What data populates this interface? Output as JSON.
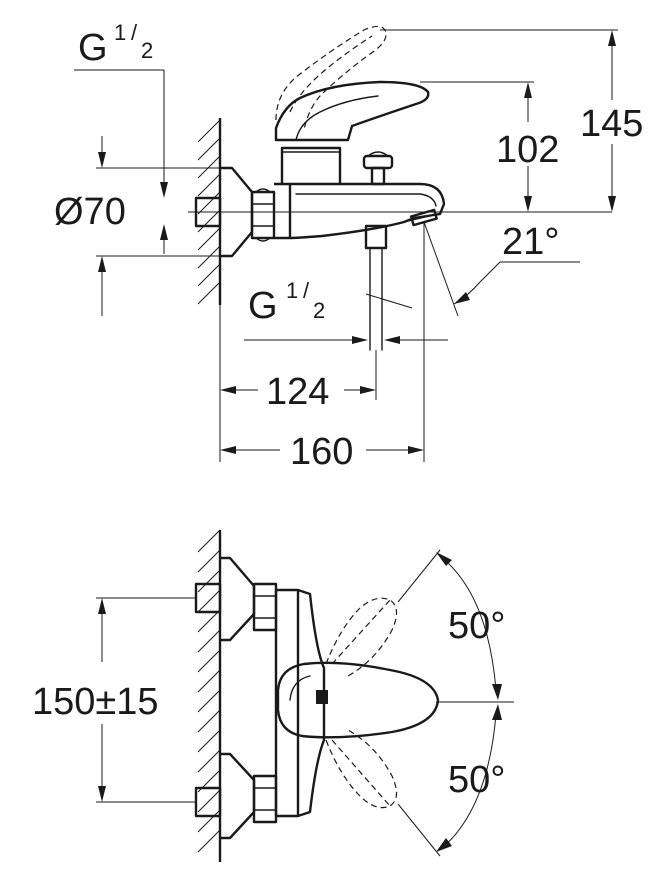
{
  "dimensions": {
    "thread_top": {
      "main": "G",
      "num": "1",
      "den": "2"
    },
    "thread_mid": {
      "main": "G",
      "num": "1",
      "den": "2"
    },
    "diameter": "Ø70",
    "height_spout": "102",
    "height_total": "145",
    "angle_spout": "21°",
    "reach_spout": "124",
    "reach_total": "160",
    "centres": "150±15",
    "angle_up": "50°",
    "angle_down": "50°"
  }
}
